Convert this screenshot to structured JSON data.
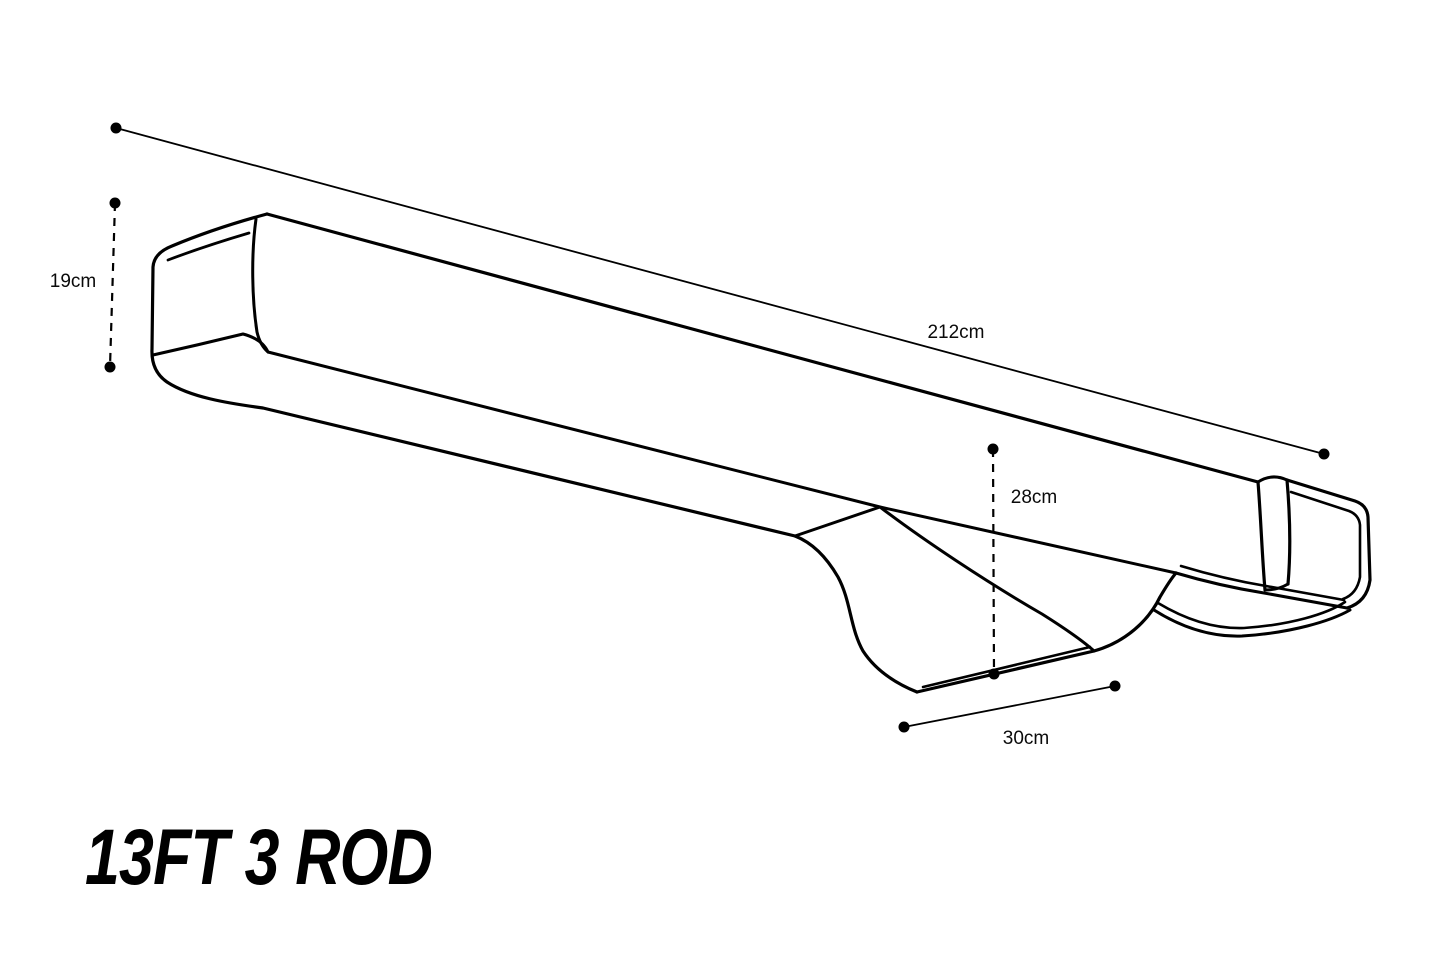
{
  "title": "13FT 3 ROD",
  "diagram": {
    "type": "product-dimension-drawing",
    "subject": "rod-holdall-bag",
    "background_color": "#ffffff",
    "line_color": "#000000"
  },
  "dimensions": {
    "length": "212cm",
    "end_height": "19cm",
    "mid_drop_height": "28cm",
    "mid_base_width": "30cm"
  }
}
